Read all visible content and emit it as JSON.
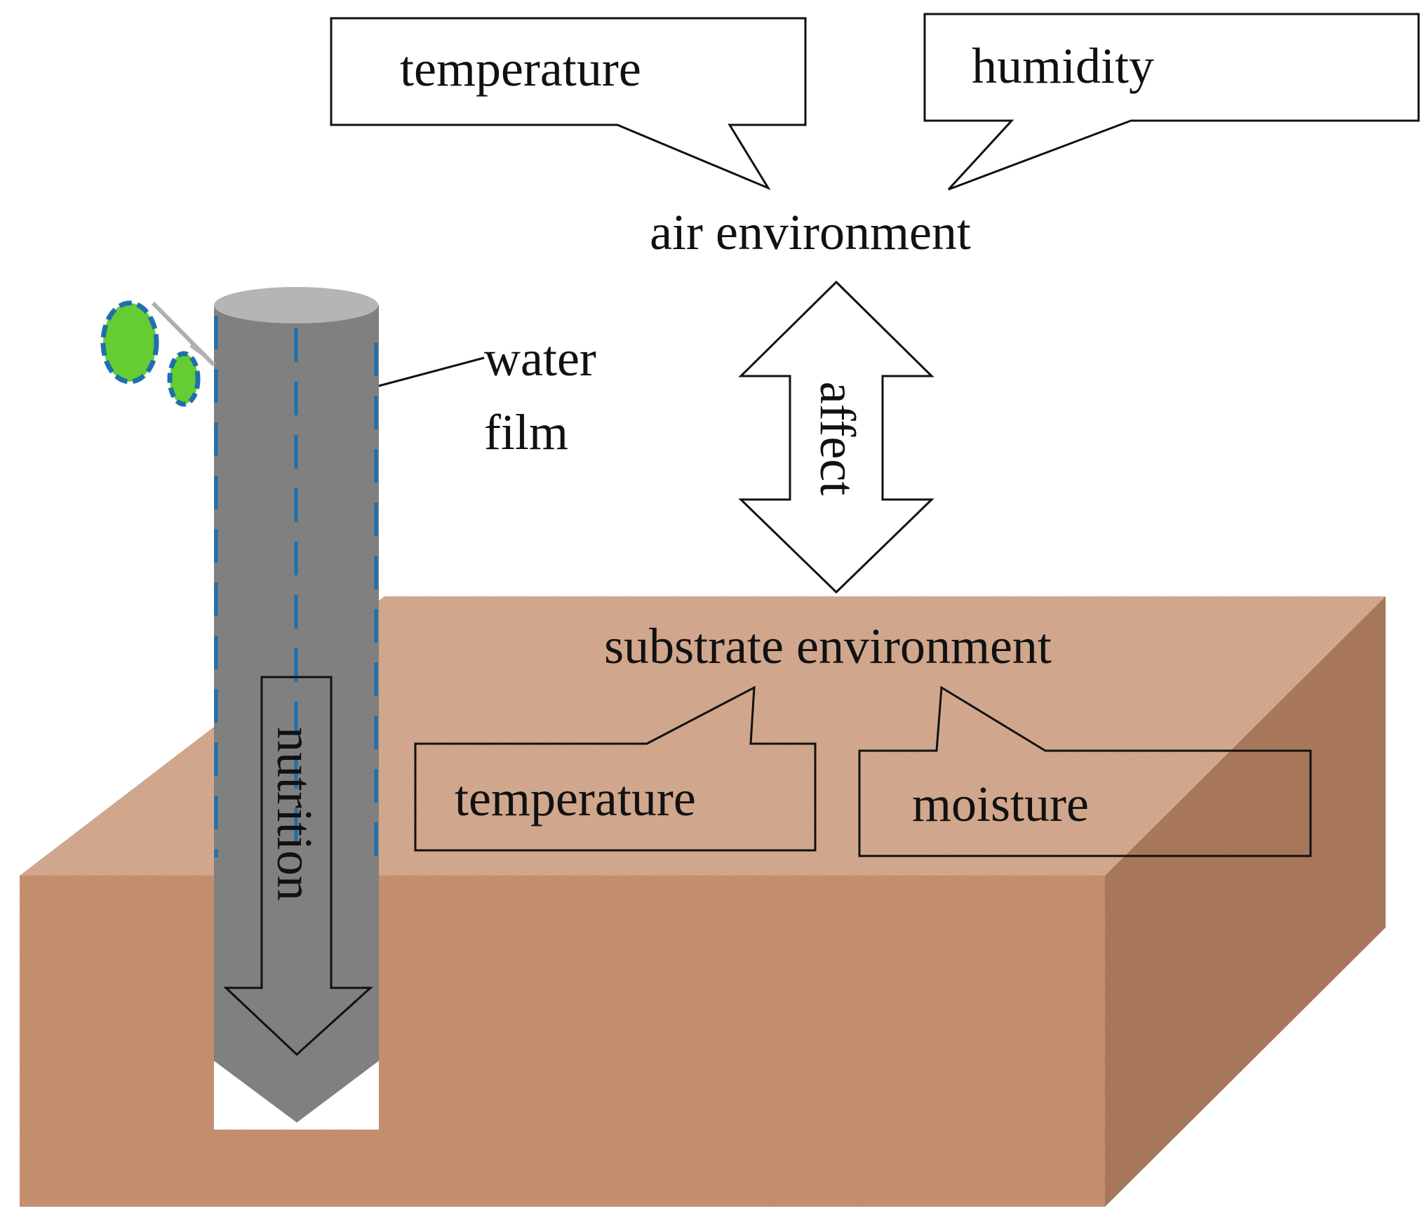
{
  "air": {
    "label": "air environment",
    "callout_left": "temperature",
    "callout_right": "humidity"
  },
  "arrow": {
    "label": "affect"
  },
  "substrate": {
    "label": "substrate environment",
    "callout_left": "temperature",
    "callout_right": "moisture"
  },
  "stem": {
    "flow_label": "nutrition",
    "water_film_line1": "water",
    "water_film_line2": "film"
  },
  "colors": {
    "soil_top": "#d8ad93",
    "soil_front": "#c9916f",
    "soil_side": "#a97659",
    "stem": "#808080",
    "stem_top": "#b5b5b5",
    "water_film": "#1f6fae",
    "leaf": "#66cc33"
  },
  "icons": [
    "leaf-icon",
    "soil-block-icon",
    "double-arrow-icon",
    "down-arrow-icon"
  ]
}
